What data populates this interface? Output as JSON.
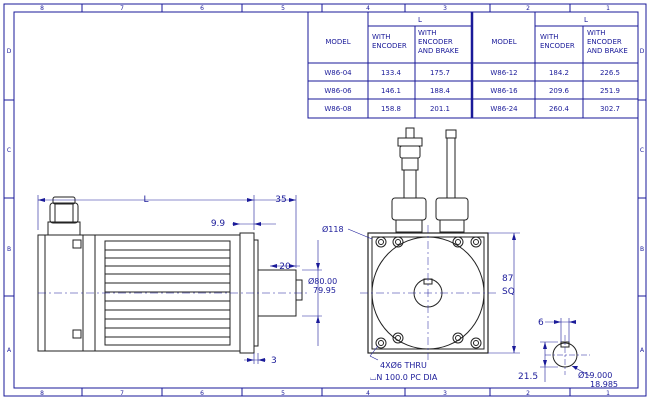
{
  "zones": {
    "top": [
      "8",
      "7",
      "6",
      "5",
      "4",
      "3",
      "2",
      "1"
    ],
    "bottom": [
      "8",
      "7",
      "6",
      "5",
      "4",
      "3",
      "2",
      "1"
    ],
    "rows": [
      "D",
      "C",
      "B",
      "A"
    ]
  },
  "table": {
    "left": {
      "model_header": "MODEL",
      "l_header": "L",
      "col1": [
        "WITH",
        "ENCODER"
      ],
      "col2": [
        "WITH",
        "ENCODER",
        "AND BRAKE"
      ],
      "rows": [
        {
          "model": "W86-04",
          "enc": "133.4",
          "brake": "175.7"
        },
        {
          "model": "W86-06",
          "enc": "146.1",
          "brake": "188.4"
        },
        {
          "model": "W86-08",
          "enc": "158.8",
          "brake": "201.1"
        }
      ]
    },
    "right": {
      "model_header": "MODEL",
      "l_header": "L",
      "col1": [
        "WITH",
        "ENCODER"
      ],
      "col2": [
        "WITH",
        "ENCODER",
        "AND BRAKE"
      ],
      "rows": [
        {
          "model": "W86-12",
          "enc": "184.2",
          "brake": "226.5"
        },
        {
          "model": "W86-16",
          "enc": "209.6",
          "brake": "251.9"
        },
        {
          "model": "W86-24",
          "enc": "260.4",
          "brake": "302.7"
        }
      ]
    }
  },
  "dims": {
    "L": "L",
    "d35": "35",
    "d9_9": "9.9",
    "d20": "20",
    "d3": "3",
    "shaft_dia_1": "Ø80.00",
    "shaft_dia_2": "79.95",
    "flange_dia": "Ø118",
    "sq_1": "87",
    "sq_2": "SQ",
    "holes_1": "4XØ6  THRU",
    "holes_2": "⌴N 100.0 PC DIA",
    "key_6": "6",
    "d21_5": "21.5",
    "shaft_1": "Ø19.000",
    "shaft_2": "18.985"
  },
  "colors": {
    "line": "#1a1a99",
    "drawing": "#222222",
    "background": "#ffffff"
  }
}
